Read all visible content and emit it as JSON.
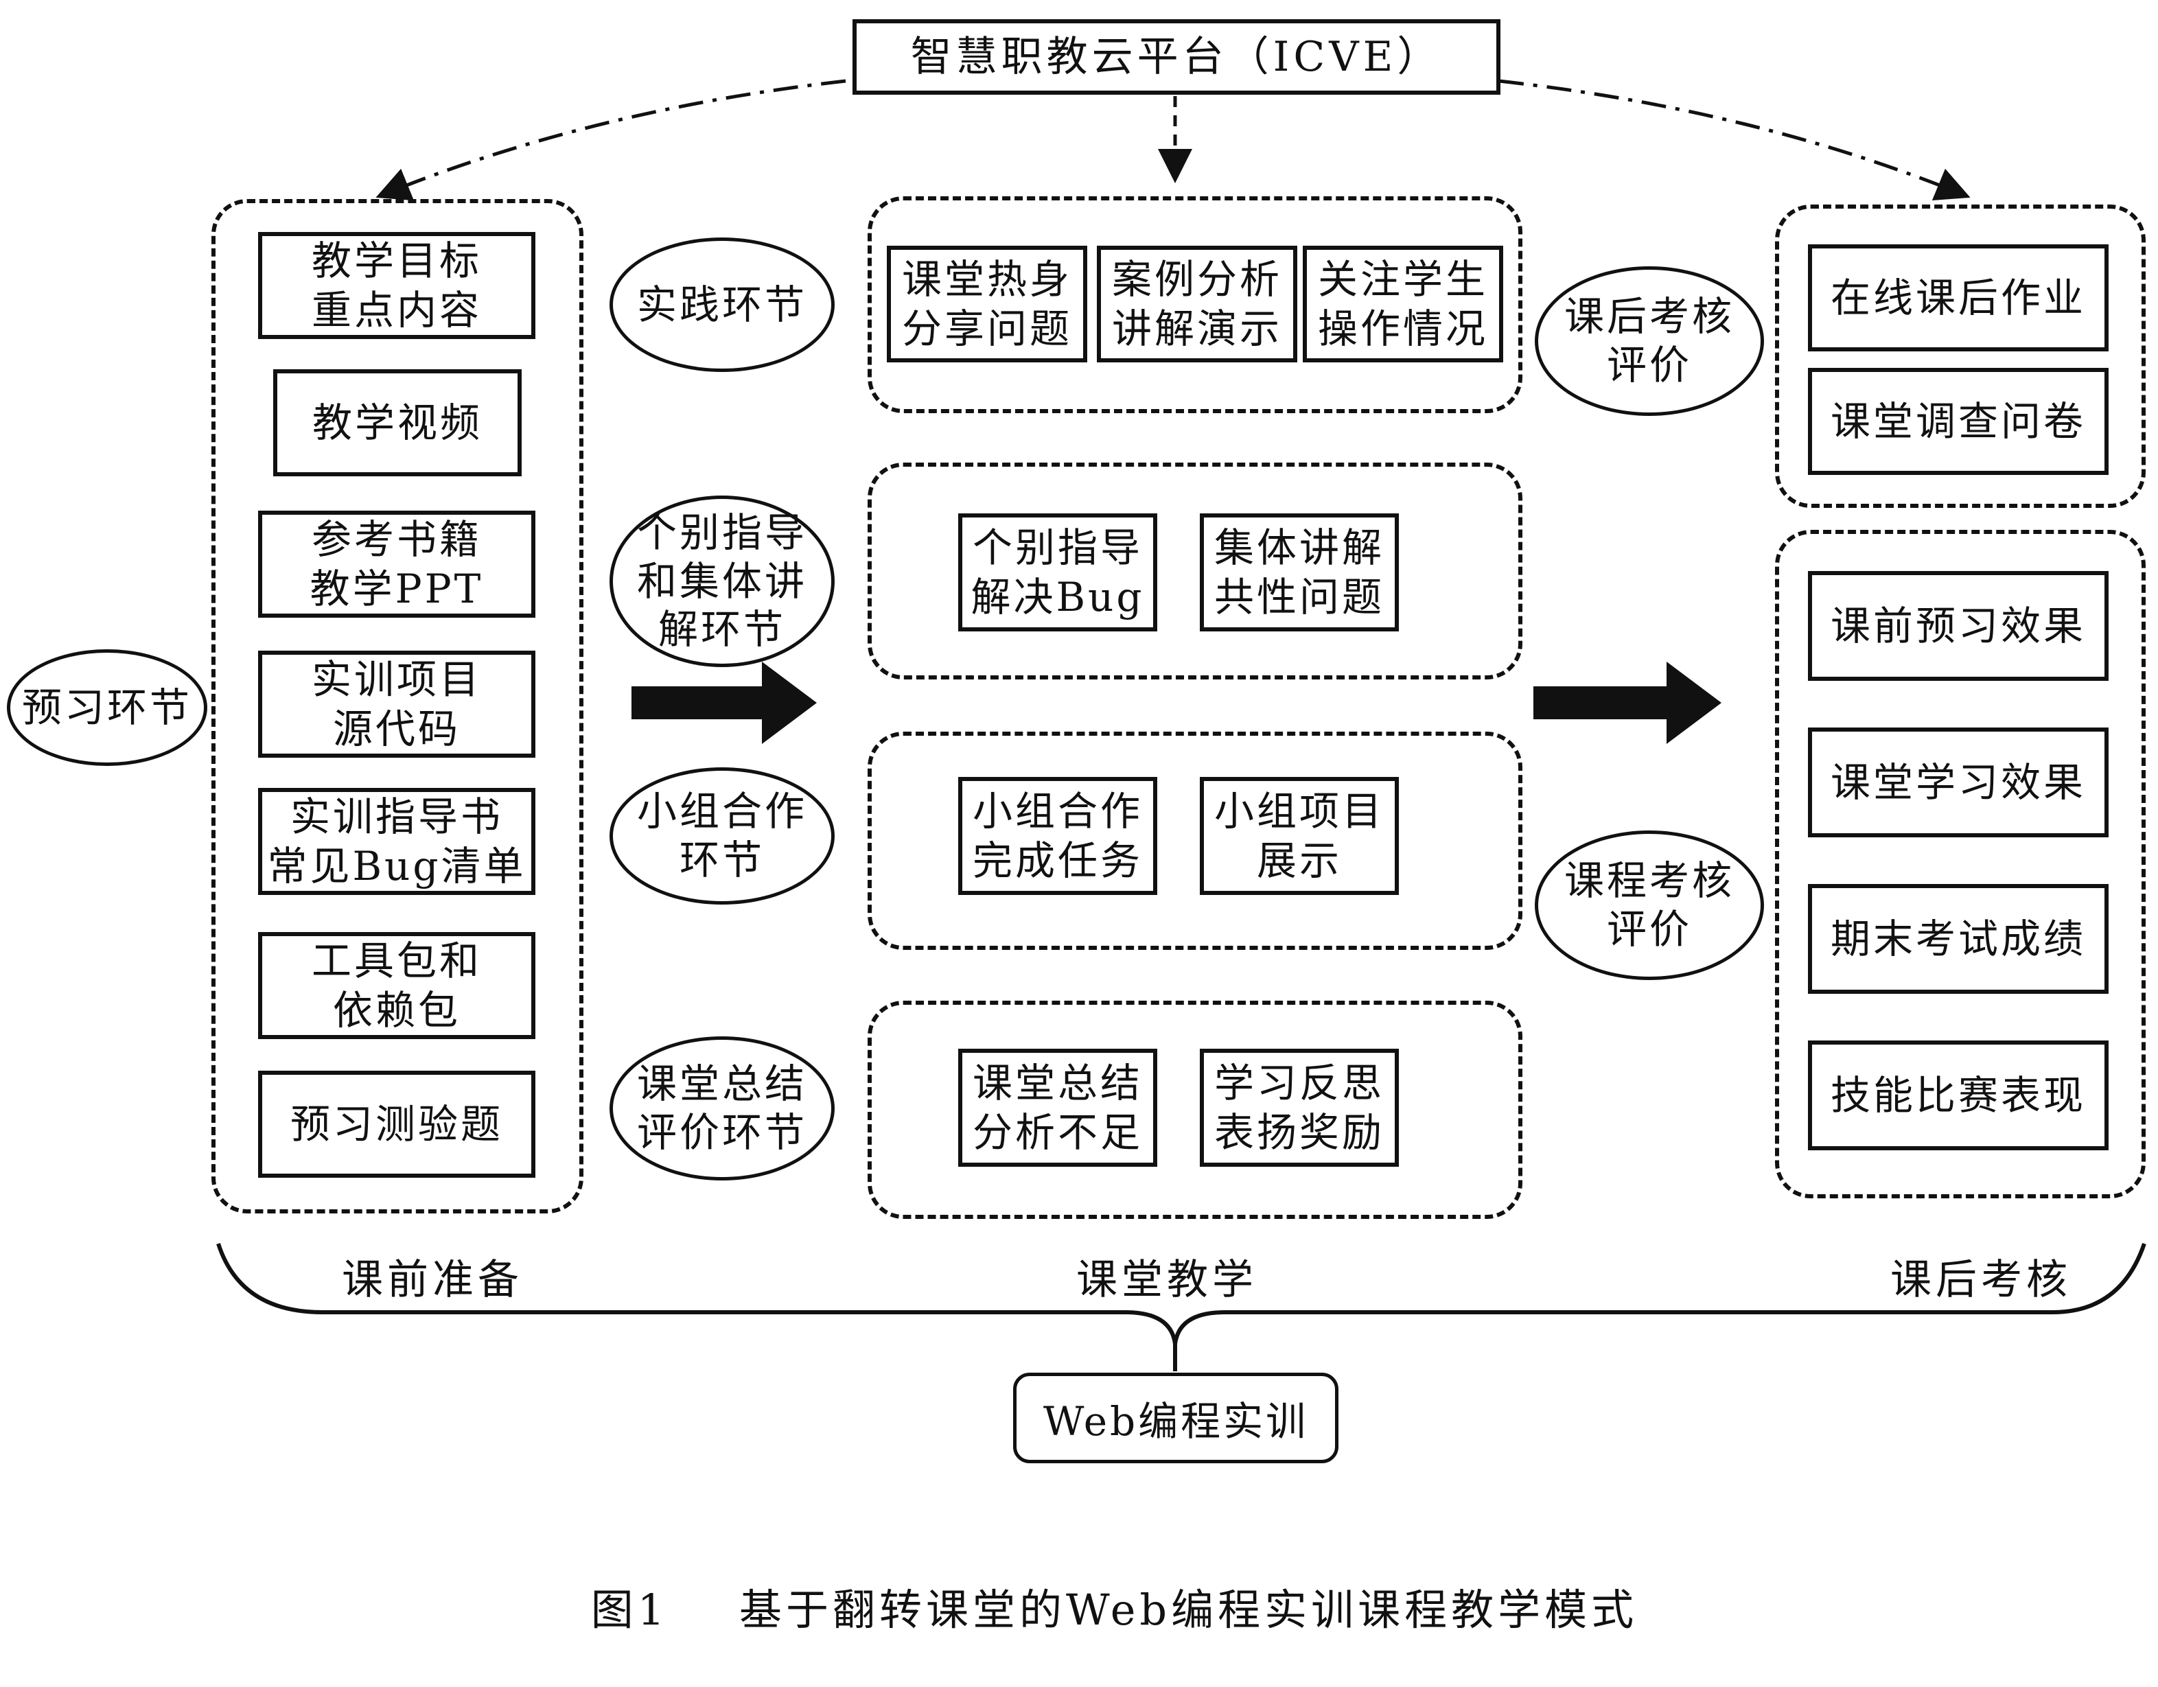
{
  "platform": "智慧职教云平台（ICVE）",
  "pre_class": {
    "label": "课前准备",
    "stage_name": "预习环节",
    "items": [
      "教学目标\n重点内容",
      "教学视频",
      "参考书籍\n教学PPT",
      "实训项目\n源代码",
      "实训指导书\n常见Bug清单",
      "工具包和\n依赖包",
      "预习测验题"
    ]
  },
  "in_class": {
    "label": "课堂教学",
    "stages": [
      {
        "name": "实践环节",
        "items": [
          "课堂热身\n分享问题",
          "案例分析\n讲解演示",
          "关注学生\n操作情况"
        ]
      },
      {
        "name": "个别指导\n和集体讲\n解环节",
        "items": [
          "个别指导\n解决Bug",
          "集体讲解\n共性问题"
        ]
      },
      {
        "name": "小组合作\n环节",
        "items": [
          "小组合作\n完成任务",
          "小组项目\n展示"
        ]
      },
      {
        "name": "课堂总结\n评价环节",
        "items": [
          "课堂总结\n分析不足",
          "学习反思\n表扬奖励"
        ]
      }
    ]
  },
  "post_class": {
    "label": "课后考核",
    "after_class_eval": {
      "name": "课后考核\n评价",
      "items": [
        "在线课后作业",
        "课堂调查问卷"
      ]
    },
    "course_eval": {
      "name": "课程考核\n评价",
      "items": [
        "课前预习效果",
        "课堂学习效果",
        "期末考试成绩",
        "技能比赛表现"
      ]
    }
  },
  "course": "Web编程实训",
  "caption": {
    "figure_no": "图1",
    "title": "基于翻转课堂的Web编程实训课程教学模式"
  }
}
